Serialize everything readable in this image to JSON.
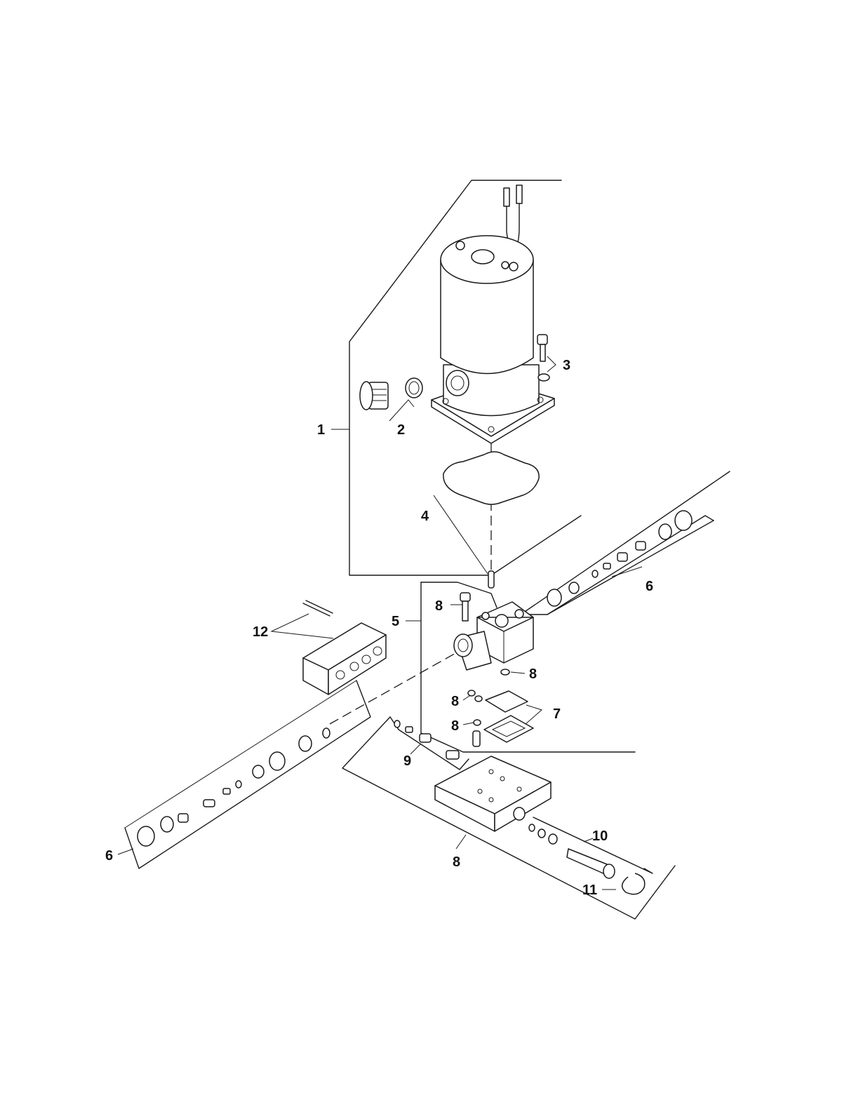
{
  "diagram": {
    "callouts": [
      {
        "id": "c1",
        "label": "1"
      },
      {
        "id": "c2",
        "label": "2"
      },
      {
        "id": "c3",
        "label": "3"
      },
      {
        "id": "c4",
        "label": "4"
      },
      {
        "id": "c5",
        "label": "5"
      },
      {
        "id": "c6a",
        "label": "6"
      },
      {
        "id": "c6b",
        "label": "6"
      },
      {
        "id": "c7",
        "label": "7"
      },
      {
        "id": "c8a",
        "label": "8"
      },
      {
        "id": "c8b",
        "label": "8"
      },
      {
        "id": "c8c",
        "label": "8"
      },
      {
        "id": "c8d",
        "label": "8"
      },
      {
        "id": "c8e",
        "label": "8"
      },
      {
        "id": "c9",
        "label": "9"
      },
      {
        "id": "c10",
        "label": "10"
      },
      {
        "id": "c11",
        "label": "11"
      },
      {
        "id": "c12",
        "label": "12"
      }
    ],
    "parts": [
      "pump-motor",
      "fill-plug",
      "mounting-screw",
      "gasket",
      "valve-body",
      "check-valve-kit",
      "seal",
      "manifold-plate",
      "relief-valve",
      "manual-release-valve",
      "retaining-clip",
      "end-block"
    ]
  }
}
